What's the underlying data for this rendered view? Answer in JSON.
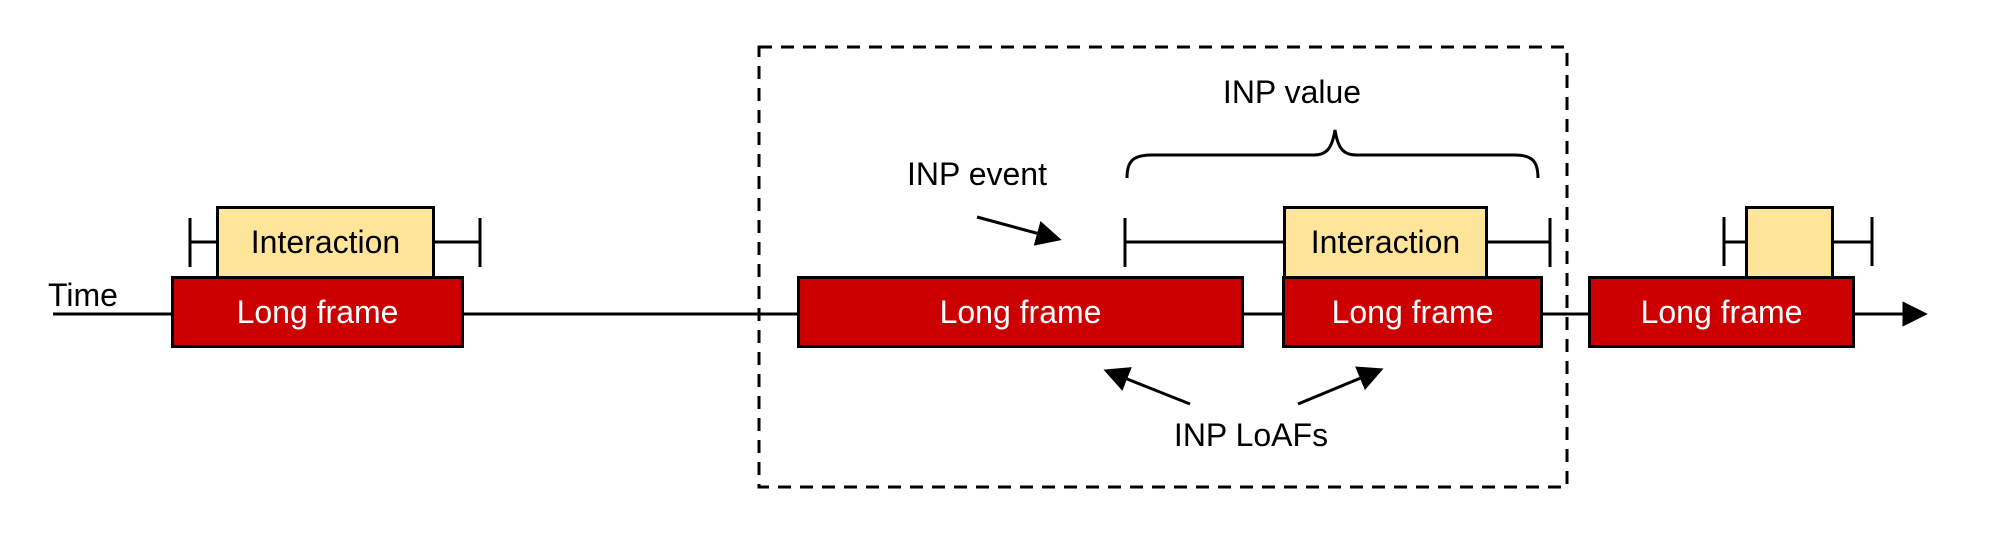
{
  "timeline": {
    "label": "Time"
  },
  "annotations": {
    "inp_event": "INP event",
    "inp_value": "INP value",
    "inp_loafs": "INP LoAFs"
  },
  "long_frames": [
    {
      "label": "Long frame"
    },
    {
      "label": "Long frame"
    },
    {
      "label": "Long frame"
    },
    {
      "label": "Long frame"
    }
  ],
  "interactions": [
    {
      "label": "Interaction"
    },
    {
      "label": "Interaction"
    },
    {
      "label": ""
    }
  ],
  "colors": {
    "long_frame_fill": "#cc0000",
    "interaction_fill": "#ffe599",
    "stroke": "#000000",
    "frame_text": "#ffffff"
  }
}
